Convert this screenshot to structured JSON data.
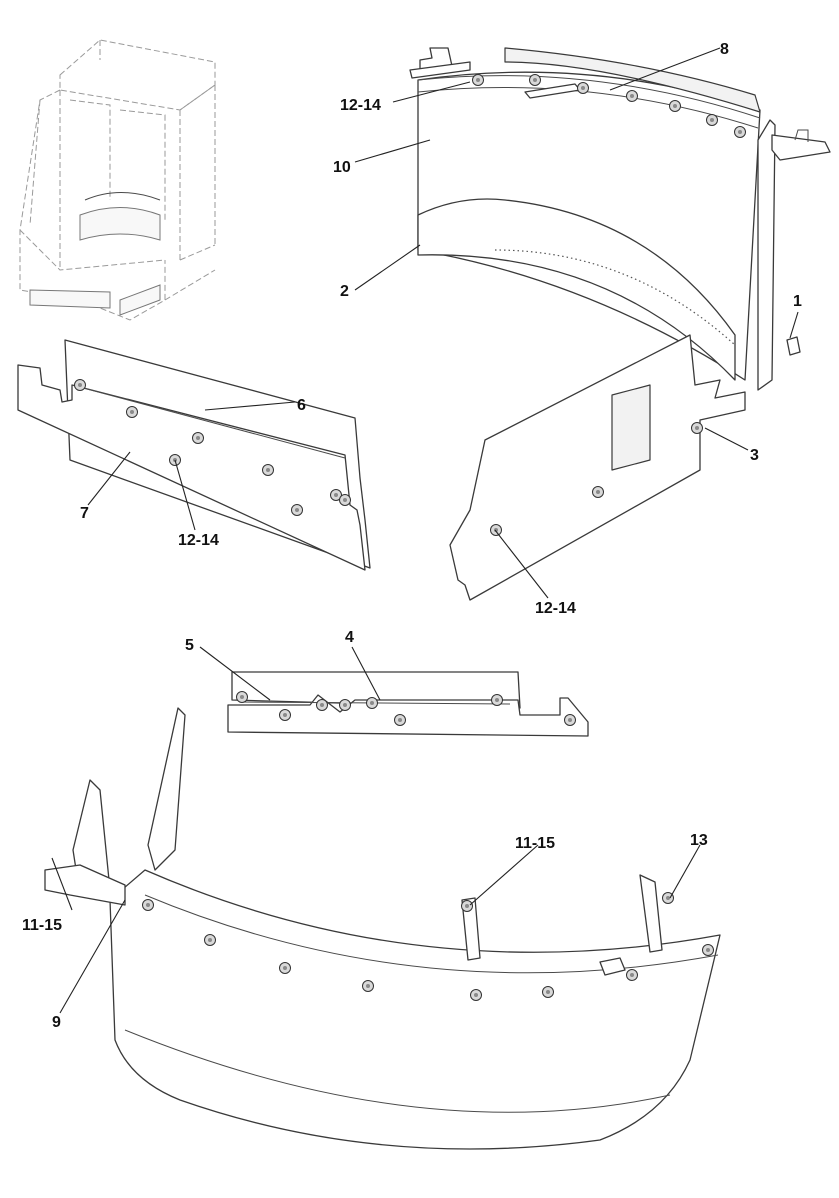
{
  "labels": {
    "l1": "1",
    "l2": "2",
    "l3": "3",
    "l4": "4",
    "l5": "5",
    "l6": "6",
    "l7": "7",
    "l8": "8",
    "l9": "9",
    "l10": "10",
    "l12_14_top": "12-14",
    "l12_14_left": "12-14",
    "l12_14_right": "12-14",
    "l11_15_left": "11-15",
    "l11_15_mid": "11-15",
    "l13": "13"
  },
  "colors": {
    "line": "#3a3a3a",
    "label": "#111111",
    "background": "#ffffff"
  }
}
